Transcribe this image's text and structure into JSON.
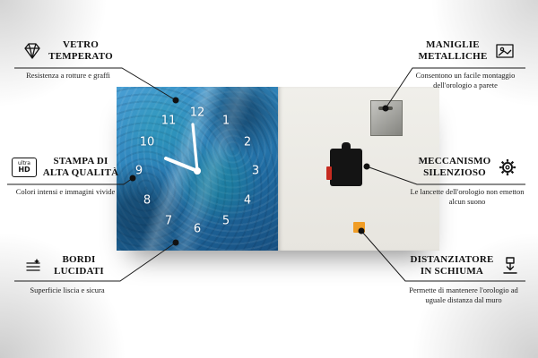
{
  "clock": {
    "numerals": [
      "1",
      "2",
      "3",
      "4",
      "5",
      "6",
      "7",
      "8",
      "9",
      "10",
      "11",
      "12"
    ]
  },
  "callouts": {
    "tempered_glass": {
      "title": "VETRO TEMPERATO",
      "subtitle": "Resistenza a rotture e graffi"
    },
    "high_quality_print": {
      "title": "STAMPA DI ALTA QUALITÀ",
      "subtitle": "Colori intensi e immagini vivide"
    },
    "polished_edges": {
      "title": "BORDI LUCIDATI",
      "subtitle": "Superficie liscia e sicura"
    },
    "metal_handles": {
      "title": "MANIGLIE METALLICHE",
      "subtitle": "Consentono un facile montaggio dell'orologio a parete"
    },
    "silent_mechanism": {
      "title": "MECCANISMO SILENZIOSO",
      "subtitle": "Le lancette dell'orologio non emetton alcun suono"
    },
    "foam_spacer": {
      "title": "DISTANZIATORE IN SCHIUMA",
      "subtitle": "Permette di mantenere l'orologio ad uguale distanza dal muro"
    }
  },
  "icons": {
    "ultra_hd": {
      "top": "ultra",
      "bottom": "HD"
    }
  },
  "colors": {
    "front_blue": "#2f86bd",
    "foam_orange": "#f09d26",
    "battery_red": "#c62b20",
    "line": "#1a1a1a"
  }
}
